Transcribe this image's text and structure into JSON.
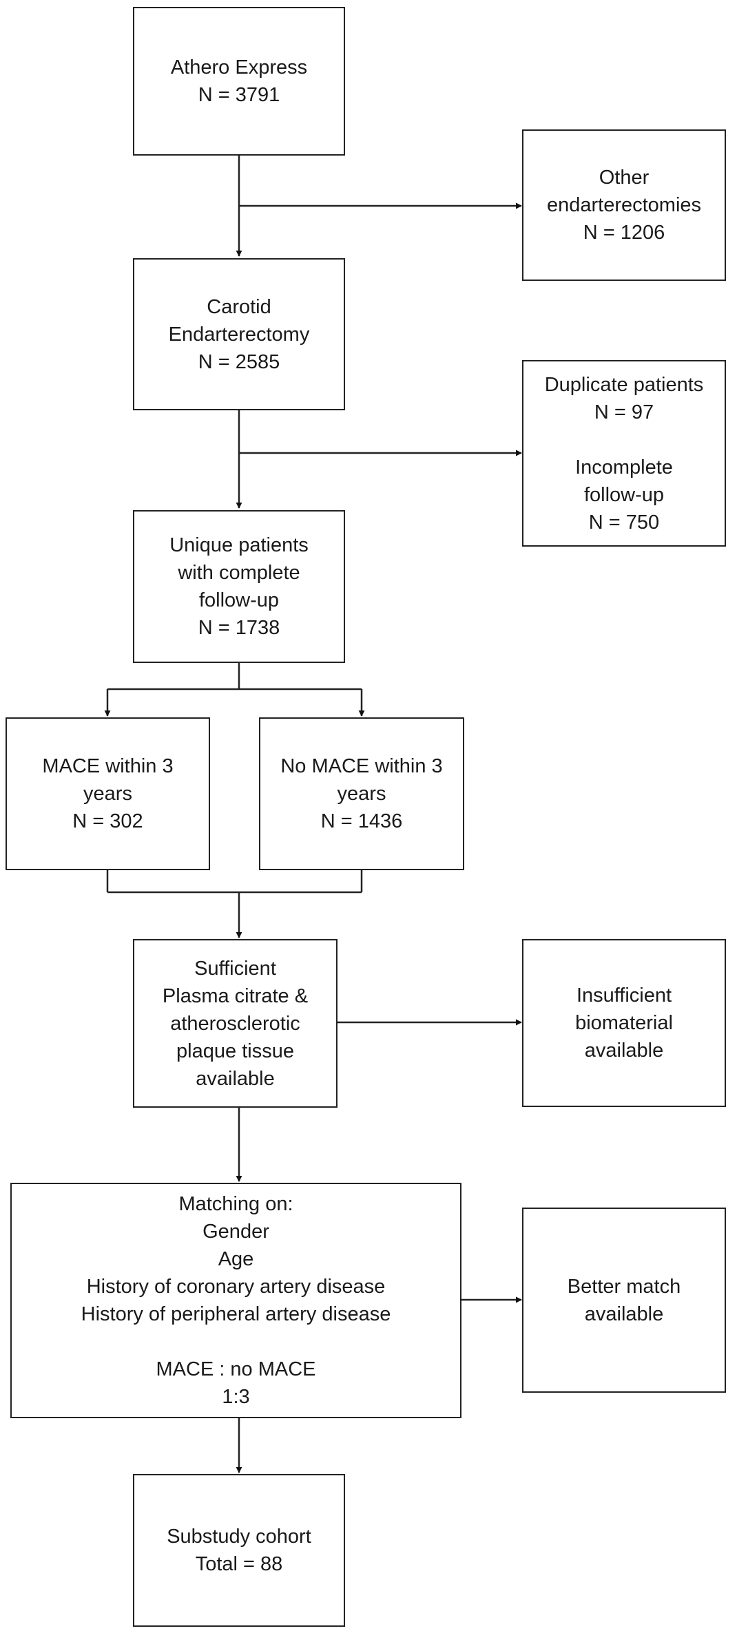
{
  "diagram": {
    "boxes": {
      "athero_express": [
        "Athero Express",
        "N = 3791"
      ],
      "other_endarterectomies": [
        "Other",
        "endarterectomies",
        "N = 1206"
      ],
      "carotid_endarterectomy": [
        "Carotid",
        "Endarterectomy",
        "N = 2585"
      ],
      "excluded_duplicates": [
        "Duplicate patients",
        "N = 97",
        "",
        "Incomplete",
        "follow-up",
        "N = 750"
      ],
      "unique_patients": [
        "Unique patients",
        "with complete",
        "follow-up",
        "N = 1738"
      ],
      "mace": [
        "MACE within 3",
        "years",
        "N = 302"
      ],
      "no_mace": [
        "No MACE within 3",
        "years",
        "N = 1436"
      ],
      "sufficient": [
        "Sufficient",
        "Plasma citrate &",
        "atherosclerotic",
        "plaque tissue",
        "available"
      ],
      "insufficient": [
        "Insufficient",
        "biomaterial",
        "available"
      ],
      "matching": [
        "Matching on:",
        "Gender",
        "Age",
        "History of coronary artery disease",
        "History of peripheral artery disease",
        "",
        "MACE : no MACE",
        "1:3"
      ],
      "better_match": [
        "Better match",
        "available"
      ],
      "substudy": [
        "Substudy cohort",
        "Total = 88"
      ]
    }
  }
}
